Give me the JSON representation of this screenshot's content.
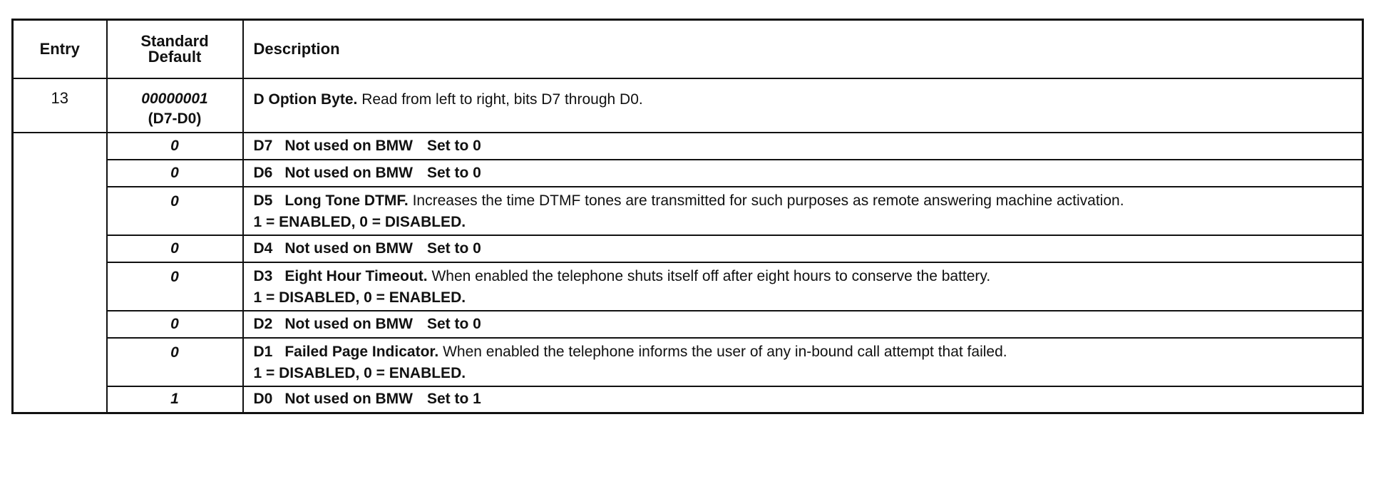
{
  "table": {
    "headers": {
      "entry": "Entry",
      "default": "Standard Default",
      "description": "Description"
    },
    "main_row": {
      "entry": "13",
      "default_value": "00000001",
      "default_range": "(D7-D0)",
      "title": "D Option Byte.",
      "text": "Read from left to right, bits D7 through D0."
    },
    "bits": [
      {
        "default": "0",
        "code": "D7",
        "title": "Not used on BMW",
        "note": "Set to 0",
        "text": "",
        "line2": ""
      },
      {
        "default": "0",
        "code": "D6",
        "title": "Not used on BMW",
        "note": "Set to 0",
        "text": "",
        "line2": ""
      },
      {
        "default": "0",
        "code": "D5",
        "title": "Long Tone DTMF.",
        "note": "",
        "text": "Increases the time DTMF tones are transmitted for such purposes as remote answering machine activation.",
        "line2": "1 = ENABLED, 0 = DISABLED."
      },
      {
        "default": "0",
        "code": "D4",
        "title": "Not used on BMW",
        "note": "Set to 0",
        "text": "",
        "line2": ""
      },
      {
        "default": "0",
        "code": "D3",
        "title": "Eight Hour Timeout.",
        "note": "",
        "text": "When enabled the telephone shuts itself off after eight hours to conserve the battery.",
        "line2": "1 = DISABLED, 0 = ENABLED."
      },
      {
        "default": "0",
        "code": "D2",
        "title": "Not used on BMW",
        "note": "Set to 0",
        "text": "",
        "line2": ""
      },
      {
        "default": "0",
        "code": "D1",
        "title": "Failed Page Indicator.",
        "note": "",
        "text": "When enabled the telephone informs the user of any in-bound call attempt that failed.",
        "line2": "1 = DISABLED, 0 = ENABLED."
      },
      {
        "default": "1",
        "code": "D0",
        "title": "Not used on BMW",
        "note": "Set to 1",
        "text": "",
        "line2": ""
      }
    ]
  }
}
